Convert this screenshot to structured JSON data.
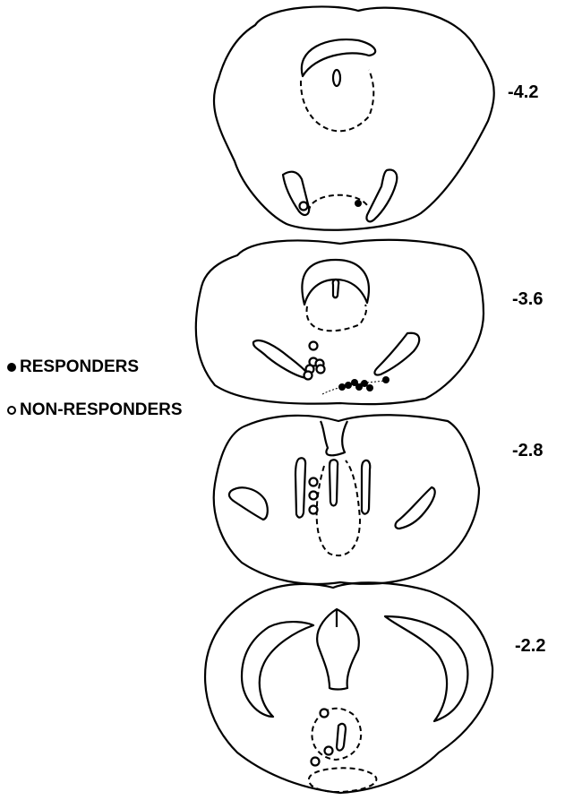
{
  "levels": [
    "-4.2",
    "-3.6",
    "-2.8",
    "-2.2"
  ],
  "legend": {
    "responders": "RESPONDERS",
    "non_responders": "NON-RESPONDERS"
  },
  "marker_styles": {
    "responder": "filled-circle",
    "non_responder": "open-circle"
  },
  "colors": {
    "ink": "#000000",
    "background": "#ffffff"
  }
}
